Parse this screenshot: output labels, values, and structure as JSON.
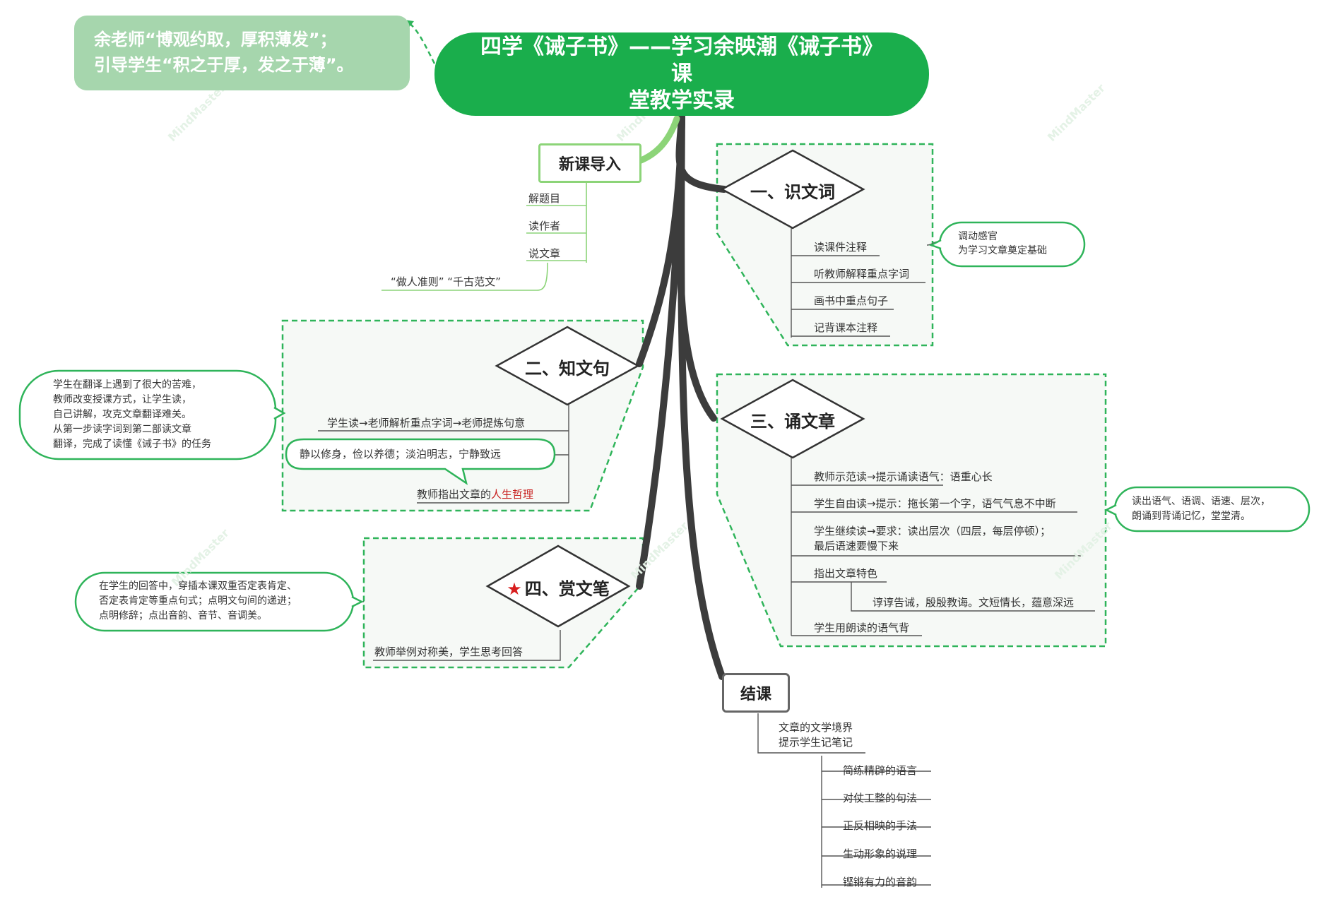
{
  "root": {
    "title": "四学《诫子书》——学习余映潮《诫子书》课\n堂教学实录"
  },
  "callout": {
    "text": "余老师“博观约取，厚积薄发”；\n引导学生“积之于厚，发之于薄”。"
  },
  "intro": {
    "label": "新课导入",
    "items": [
      "解题目",
      "读作者",
      "说文章"
    ],
    "note": "“做人准则”  “千古范文”"
  },
  "sec1": {
    "label": "一、识文词",
    "items": [
      "读课件注释",
      "听教师解释重点字词",
      "画书中重点句子",
      "记背课本注释"
    ],
    "callout": "调动感官\n为学习文章奠定基础"
  },
  "sec2": {
    "label": "二、知文句",
    "item1": "学生读→老师解析重点字词→老师提炼句意",
    "bubble": "静以修身，俭以养德；淡泊明志，宁静致远",
    "item3_prefix": "教师指出文章的",
    "item3_highlight": "人生哲理",
    "callout": "学生在翻译上遇到了很大的苦难，\n教师改变授课方式，让学生读，\n自己讲解，攻克文章翻译难关。\n从第一步读字词到第二部读文章\n翻译，完成了读懂《诫子书》的任务"
  },
  "sec3": {
    "label": "三、诵文章",
    "items": [
      "教师示范读→提示诵读语气：语重心长",
      "学生自由读→提示：拖长第一个字，语气气息不中断",
      "学生继续读→要求：读出层次（四层，每层停顿）；\n最后语速要慢下来",
      "指出文章特色",
      "谆谆告诫，殷殷教诲。文短情长，蕴意深远",
      "学生用朗读的语气背"
    ],
    "callout": "读出语气、语调、语速、层次，\n朗诵到背诵记忆，堂堂清。"
  },
  "sec4": {
    "label": "四、赏文笔",
    "item": "教师举例对称美，学生思考回答",
    "callout": "在学生的回答中，穿插本课双重否定表肯定、\n否定表肯定等重点句式；点明文句间的递进；\n点明修辞；点出音韵、音节、音调美。"
  },
  "end": {
    "label": "结课",
    "first": "文章的文学境界\n提示学生记笔记",
    "items": [
      "简练精辟的语言",
      "对仗工整的句法",
      "正反相映的手法",
      "生动形象的说理",
      "铿锵有力的音韵"
    ]
  },
  "watermark": "MindMaster",
  "colors": {
    "accent_green": "#1aae4c",
    "light_green": "#8cd478",
    "callout_green": "#a6d6ad",
    "trunk": "#3c3c3c",
    "highlight_red": "#c8201f"
  }
}
